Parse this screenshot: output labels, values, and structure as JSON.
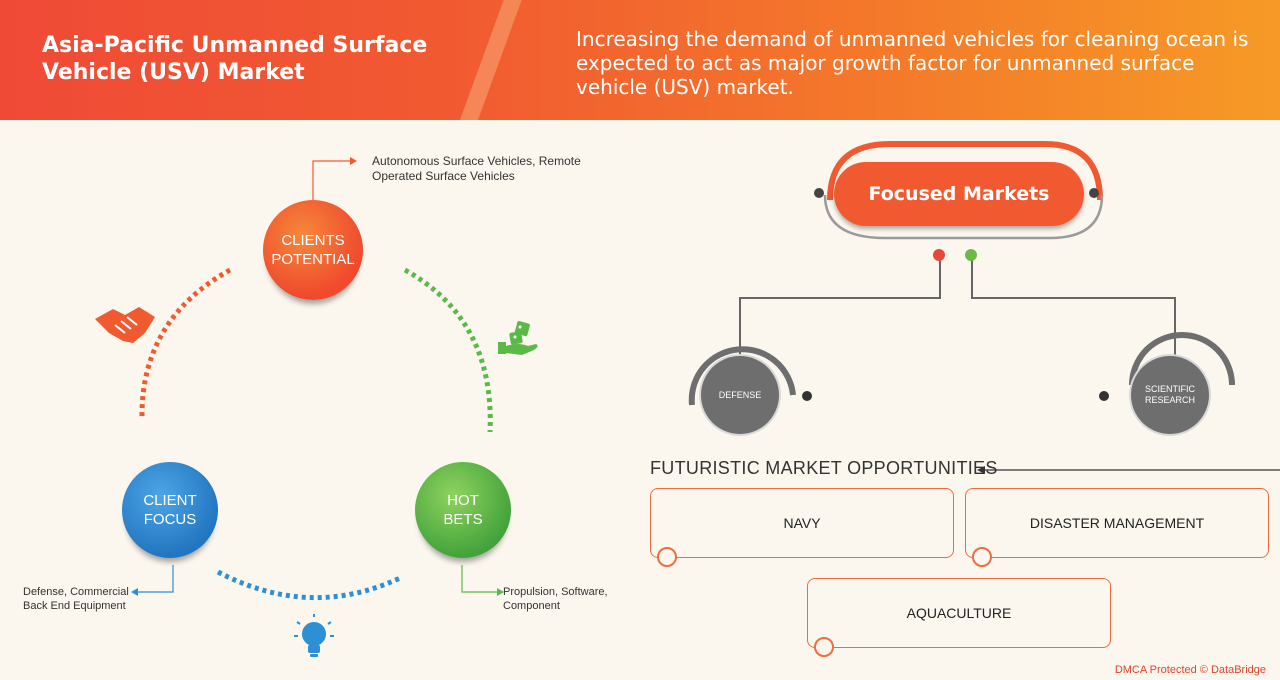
{
  "header": {
    "title": "Asia-Pacific Unmanned Surface Vehicle (USV) Market",
    "subtitle": "Increasing the demand of unmanned vehicles for cleaning ocean is expected to act as major growth factor for unmanned surface vehicle (USV) market."
  },
  "cycle": {
    "clients_potential": {
      "line1": "CLIENTS",
      "line2": "POTENTIAL",
      "note": "Autonomous Surface Vehicles, Remote Operated Surface Vehicles"
    },
    "client_focus": {
      "line1": "CLIENT",
      "line2": "FOCUS",
      "note_line1": "Defense, Commercial",
      "note_line2": "Back End Equipment"
    },
    "hot_bets": {
      "line1": "HOT",
      "line2": "BETS",
      "note_line1": "Propulsion, Software,",
      "note_line2": "Component"
    }
  },
  "focused_markets": {
    "label": "Focused Markets",
    "segments": [
      {
        "line1": "DEFENSE",
        "line2": ""
      },
      {
        "line1": "SCIENTIFIC",
        "line2": "RESEARCH"
      }
    ]
  },
  "opportunities": {
    "heading": "FUTURISTIC MARKET OPPORTUNITIES",
    "items": [
      "NAVY",
      "DISASTER MANAGEMENT",
      "AQUACULTURE"
    ]
  },
  "footer": {
    "dmca": "DMCA Protected © DataBridge"
  },
  "colors": {
    "orange": "#f15a31",
    "green": "#5bb947",
    "blue": "#2f8fd3",
    "gray": "#6e6e6e"
  },
  "icons": [
    "handshake-icon",
    "dice-in-hand-icon",
    "lightbulb-icon"
  ]
}
